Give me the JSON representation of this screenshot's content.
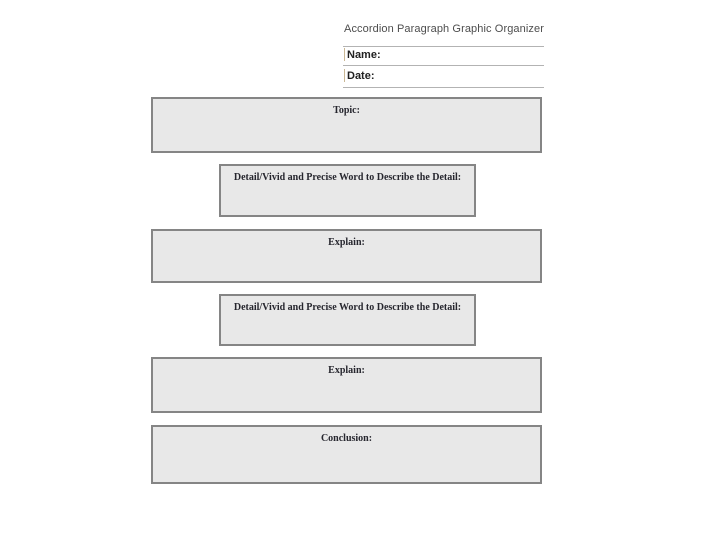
{
  "header": {
    "title": "Accordion Paragraph Graphic Organizer",
    "name_label": "Name:",
    "date_label": "Date:"
  },
  "boxes": [
    {
      "id": "topic",
      "label": "Topic:",
      "size": "wide"
    },
    {
      "id": "detail-1",
      "label": "Detail/Vivid and Precise Word to Describe the Detail:",
      "size": "narrow"
    },
    {
      "id": "explain-1",
      "label": "Explain:",
      "size": "wide"
    },
    {
      "id": "detail-2",
      "label": "Detail/Vivid and Precise Word to Describe the Detail:",
      "size": "narrow"
    },
    {
      "id": "explain-2",
      "label": "Explain:",
      "size": "wide"
    },
    {
      "id": "conclusion",
      "label": "Conclusion:",
      "size": "wide"
    }
  ],
  "colors": {
    "box_fill": "#e8e8e8",
    "box_border": "#858585",
    "rule_line": "#b3b3b3",
    "title_text": "#4d4d4d",
    "label_text": "#212121",
    "box_label_text": "#26262e",
    "tick_color": "#c9b795"
  }
}
